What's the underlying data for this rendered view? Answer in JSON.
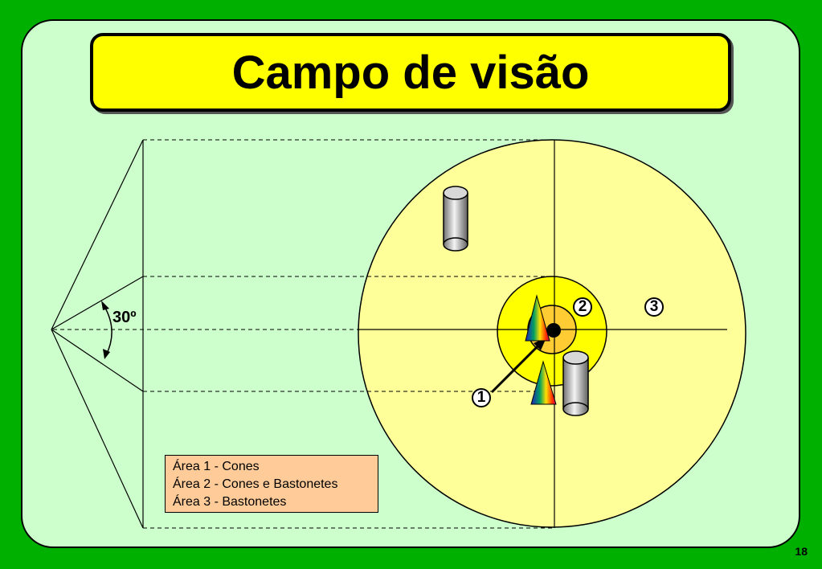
{
  "slide": {
    "title": "Campo de visão",
    "page_number": "18"
  },
  "diagram": {
    "angle_label": "30º",
    "area_markers": [
      "1",
      "2",
      "3"
    ],
    "legend": [
      "Área 1 - Cones",
      "Área 2 - Cones e Bastonetes",
      "Área 3 - Bastonetes"
    ],
    "colors": {
      "background": "#00b000",
      "panel": "#ccffcc",
      "title_box": "#ffff00",
      "outer_circle": "#ffff99",
      "middle_circle": "#ffff00",
      "inner_circle": "#ffcc33",
      "legend_box": "#ffcc99"
    },
    "icons": [
      "cylinder-rod-icon",
      "cone-icon"
    ]
  }
}
